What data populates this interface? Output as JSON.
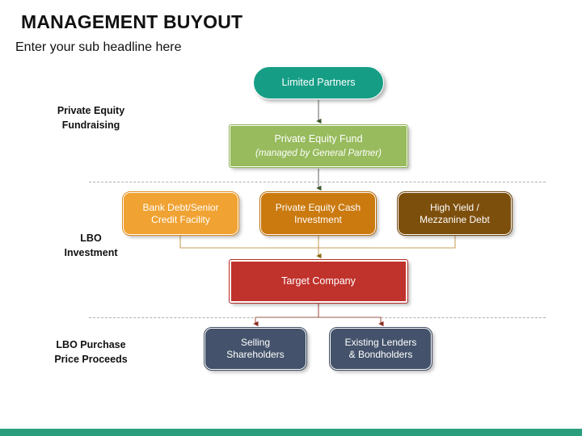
{
  "header": {
    "title": "MANAGEMENT BUYOUT",
    "subtitle": "Enter your sub headline here"
  },
  "theme": {
    "accent_teal": "#2b9e7e",
    "node_teal": "#159e85",
    "node_green": "#97bb5d",
    "node_orange_light": "#f0a232",
    "node_orange_dark": "#cb7a10",
    "node_brown": "#7d4f0c",
    "node_red": "#c0322c",
    "node_navy": "#44536b",
    "divider_gray": "#b0b0b0"
  },
  "sections": [
    {
      "id": "private-equity-fundraising",
      "label": "Private Equity\nFundraising"
    },
    {
      "id": "lbo-investment",
      "label": "LBO\nInvestment"
    },
    {
      "id": "lbo-purchase-price-proceeds",
      "label": "LBO Purchase\nPrice Proceeds"
    }
  ],
  "nodes": {
    "limited_partners": {
      "label": "Limited Partners"
    },
    "private_equity_fund": {
      "label": "Private Equity Fund",
      "sublabel": "(managed by General Partner)"
    },
    "bank_debt": {
      "label": "Bank Debt/Senior\nCredit Facility"
    },
    "pe_cash_investment": {
      "label": "Private Equity Cash\nInvestment"
    },
    "high_yield": {
      "label": "High Yield /\nMezzanine Debt"
    },
    "target_company": {
      "label": "Target Company"
    },
    "selling_shareholders": {
      "label": "Selling\nShareholders"
    },
    "existing_lenders": {
      "label": "Existing Lenders\n& Bondholders"
    }
  }
}
